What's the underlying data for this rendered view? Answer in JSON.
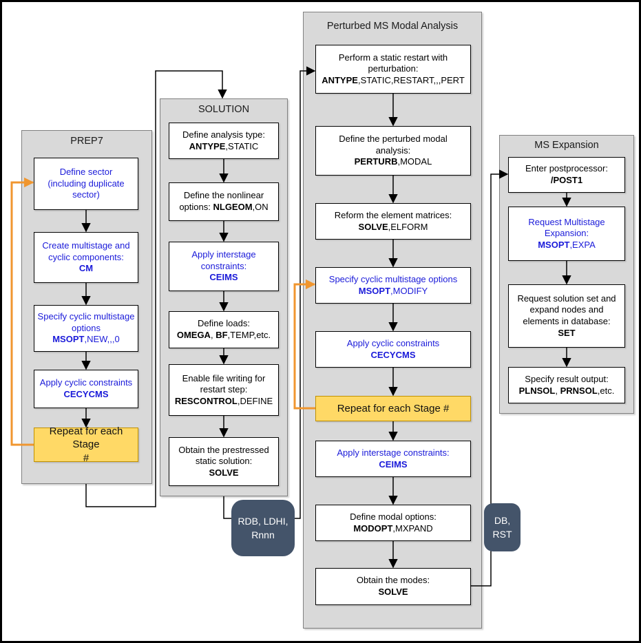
{
  "colors": {
    "panel_fill": "#D9D9D9",
    "panel_border": "#808080",
    "box_border": "#000000",
    "blue_text": "#1A1AD9",
    "repeat_box_fill": "#FFD966",
    "repeat_box_border": "#BF9000",
    "loop_arrow_orange": "#F0962F",
    "bubble_fill": "#44546A"
  },
  "panels": [
    {
      "title": "PREP7",
      "boxes": [
        {
          "segments": [
            "Define sector",
            "(including duplicate",
            "sector)"
          ]
        },
        {
          "segments": [
            "Create multistage and",
            "cyclic components:",
            "CM"
          ]
        },
        {
          "segments": [
            "Specify cyclic multistage",
            "options",
            "MSOPT",
            ",NEW,,,0"
          ]
        },
        {
          "segments": [
            "Apply cyclic constraints",
            "CECYCMS"
          ]
        },
        {
          "segments": [
            "Repeat for each Stage",
            "#"
          ]
        }
      ]
    },
    {
      "title": "SOLUTION",
      "boxes": [
        {
          "segments": [
            "Define analysis type:",
            "ANTYPE",
            ",STATIC"
          ]
        },
        {
          "segments": [
            "Define the nonlinear",
            "options: ",
            "NLGEOM",
            ",ON"
          ]
        },
        {
          "segments": [
            "Apply interstage",
            "constraints:",
            "CEIMS"
          ]
        },
        {
          "segments": [
            "Define loads:",
            "OMEGA",
            ", ",
            "BF",
            ",TEMP,etc."
          ]
        },
        {
          "segments": [
            "Enable file writing for",
            "restart step:",
            "RESCONTROL",
            ",DEFINE"
          ]
        },
        {
          "segments": [
            "Obtain the prestressed",
            "static solution:",
            "SOLVE"
          ]
        }
      ]
    },
    {
      "title": "Perturbed MS Modal Analysis",
      "boxes": [
        {
          "segments": [
            "Perform a static restart with",
            "perturbation:",
            "ANTYPE",
            ",STATIC,RESTART,,,PERT"
          ]
        },
        {
          "segments": [
            "Define the perturbed modal",
            "analysis:",
            "PERTURB",
            ",MODAL"
          ]
        },
        {
          "segments": [
            "Reform the element matrices:",
            "SOLVE",
            ",ELFORM"
          ]
        },
        {
          "segments": [
            "Specify cyclic multistage options",
            "MSOPT",
            ",MODIFY"
          ]
        },
        {
          "segments": [
            "Apply cyclic constraints",
            "CECYCMS"
          ]
        },
        {
          "segments": [
            "Repeat for each Stage #"
          ]
        },
        {
          "segments": [
            "Apply interstage constraints:",
            "CEIMS"
          ]
        },
        {
          "segments": [
            "Define modal options:",
            "MODOPT",
            ",MXPAND"
          ]
        },
        {
          "segments": [
            "Obtain the modes:",
            "SOLVE"
          ]
        }
      ]
    },
    {
      "title": "MS Expansion",
      "boxes": [
        {
          "segments": [
            "Enter postprocessor:",
            "/POST1"
          ]
        },
        {
          "segments": [
            "Request Multistage",
            "Expansion:",
            "MSOPT",
            ",EXPA"
          ]
        },
        {
          "segments": [
            "Request solution set and",
            "expand nodes and",
            "elements in database:",
            "SET"
          ]
        },
        {
          "segments": [
            "Specify result output:",
            "PLNSOL",
            ", ",
            "PRNSOL",
            ",etc."
          ]
        }
      ]
    }
  ],
  "bubbles": [
    {
      "lines": [
        "RDB, LDHI,",
        "Rnnn"
      ]
    },
    {
      "lines": [
        "DB,",
        "RST"
      ]
    }
  ]
}
